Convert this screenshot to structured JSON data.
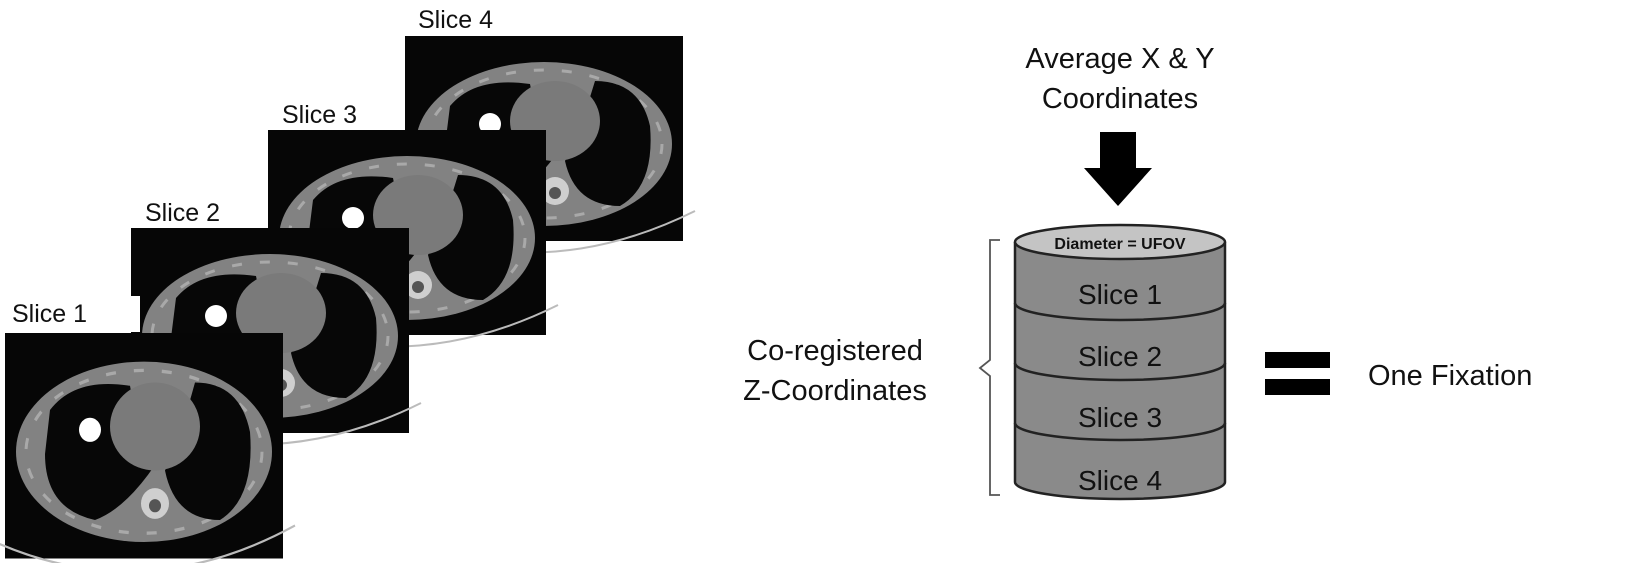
{
  "slices": [
    {
      "label": "Slice 1"
    },
    {
      "label": "Slice 2"
    },
    {
      "label": "Slice 3"
    },
    {
      "label": "Slice 4"
    }
  ],
  "top_label": {
    "line1": "Average X & Y",
    "line2": "Coordinates"
  },
  "cylinder": {
    "top_label": "Diameter = UFOV",
    "layers": [
      "Slice 1",
      "Slice 2",
      "Slice 3",
      "Slice 4"
    ]
  },
  "brace_label": {
    "line1": "Co-registered",
    "line2": "Z-Coordinates"
  },
  "result_label": "One Fixation",
  "colors": {
    "cylinder_fill": "#8a8a8a",
    "cylinder_top": "#c4c4c4",
    "ct_body": "#7d7d7d"
  }
}
